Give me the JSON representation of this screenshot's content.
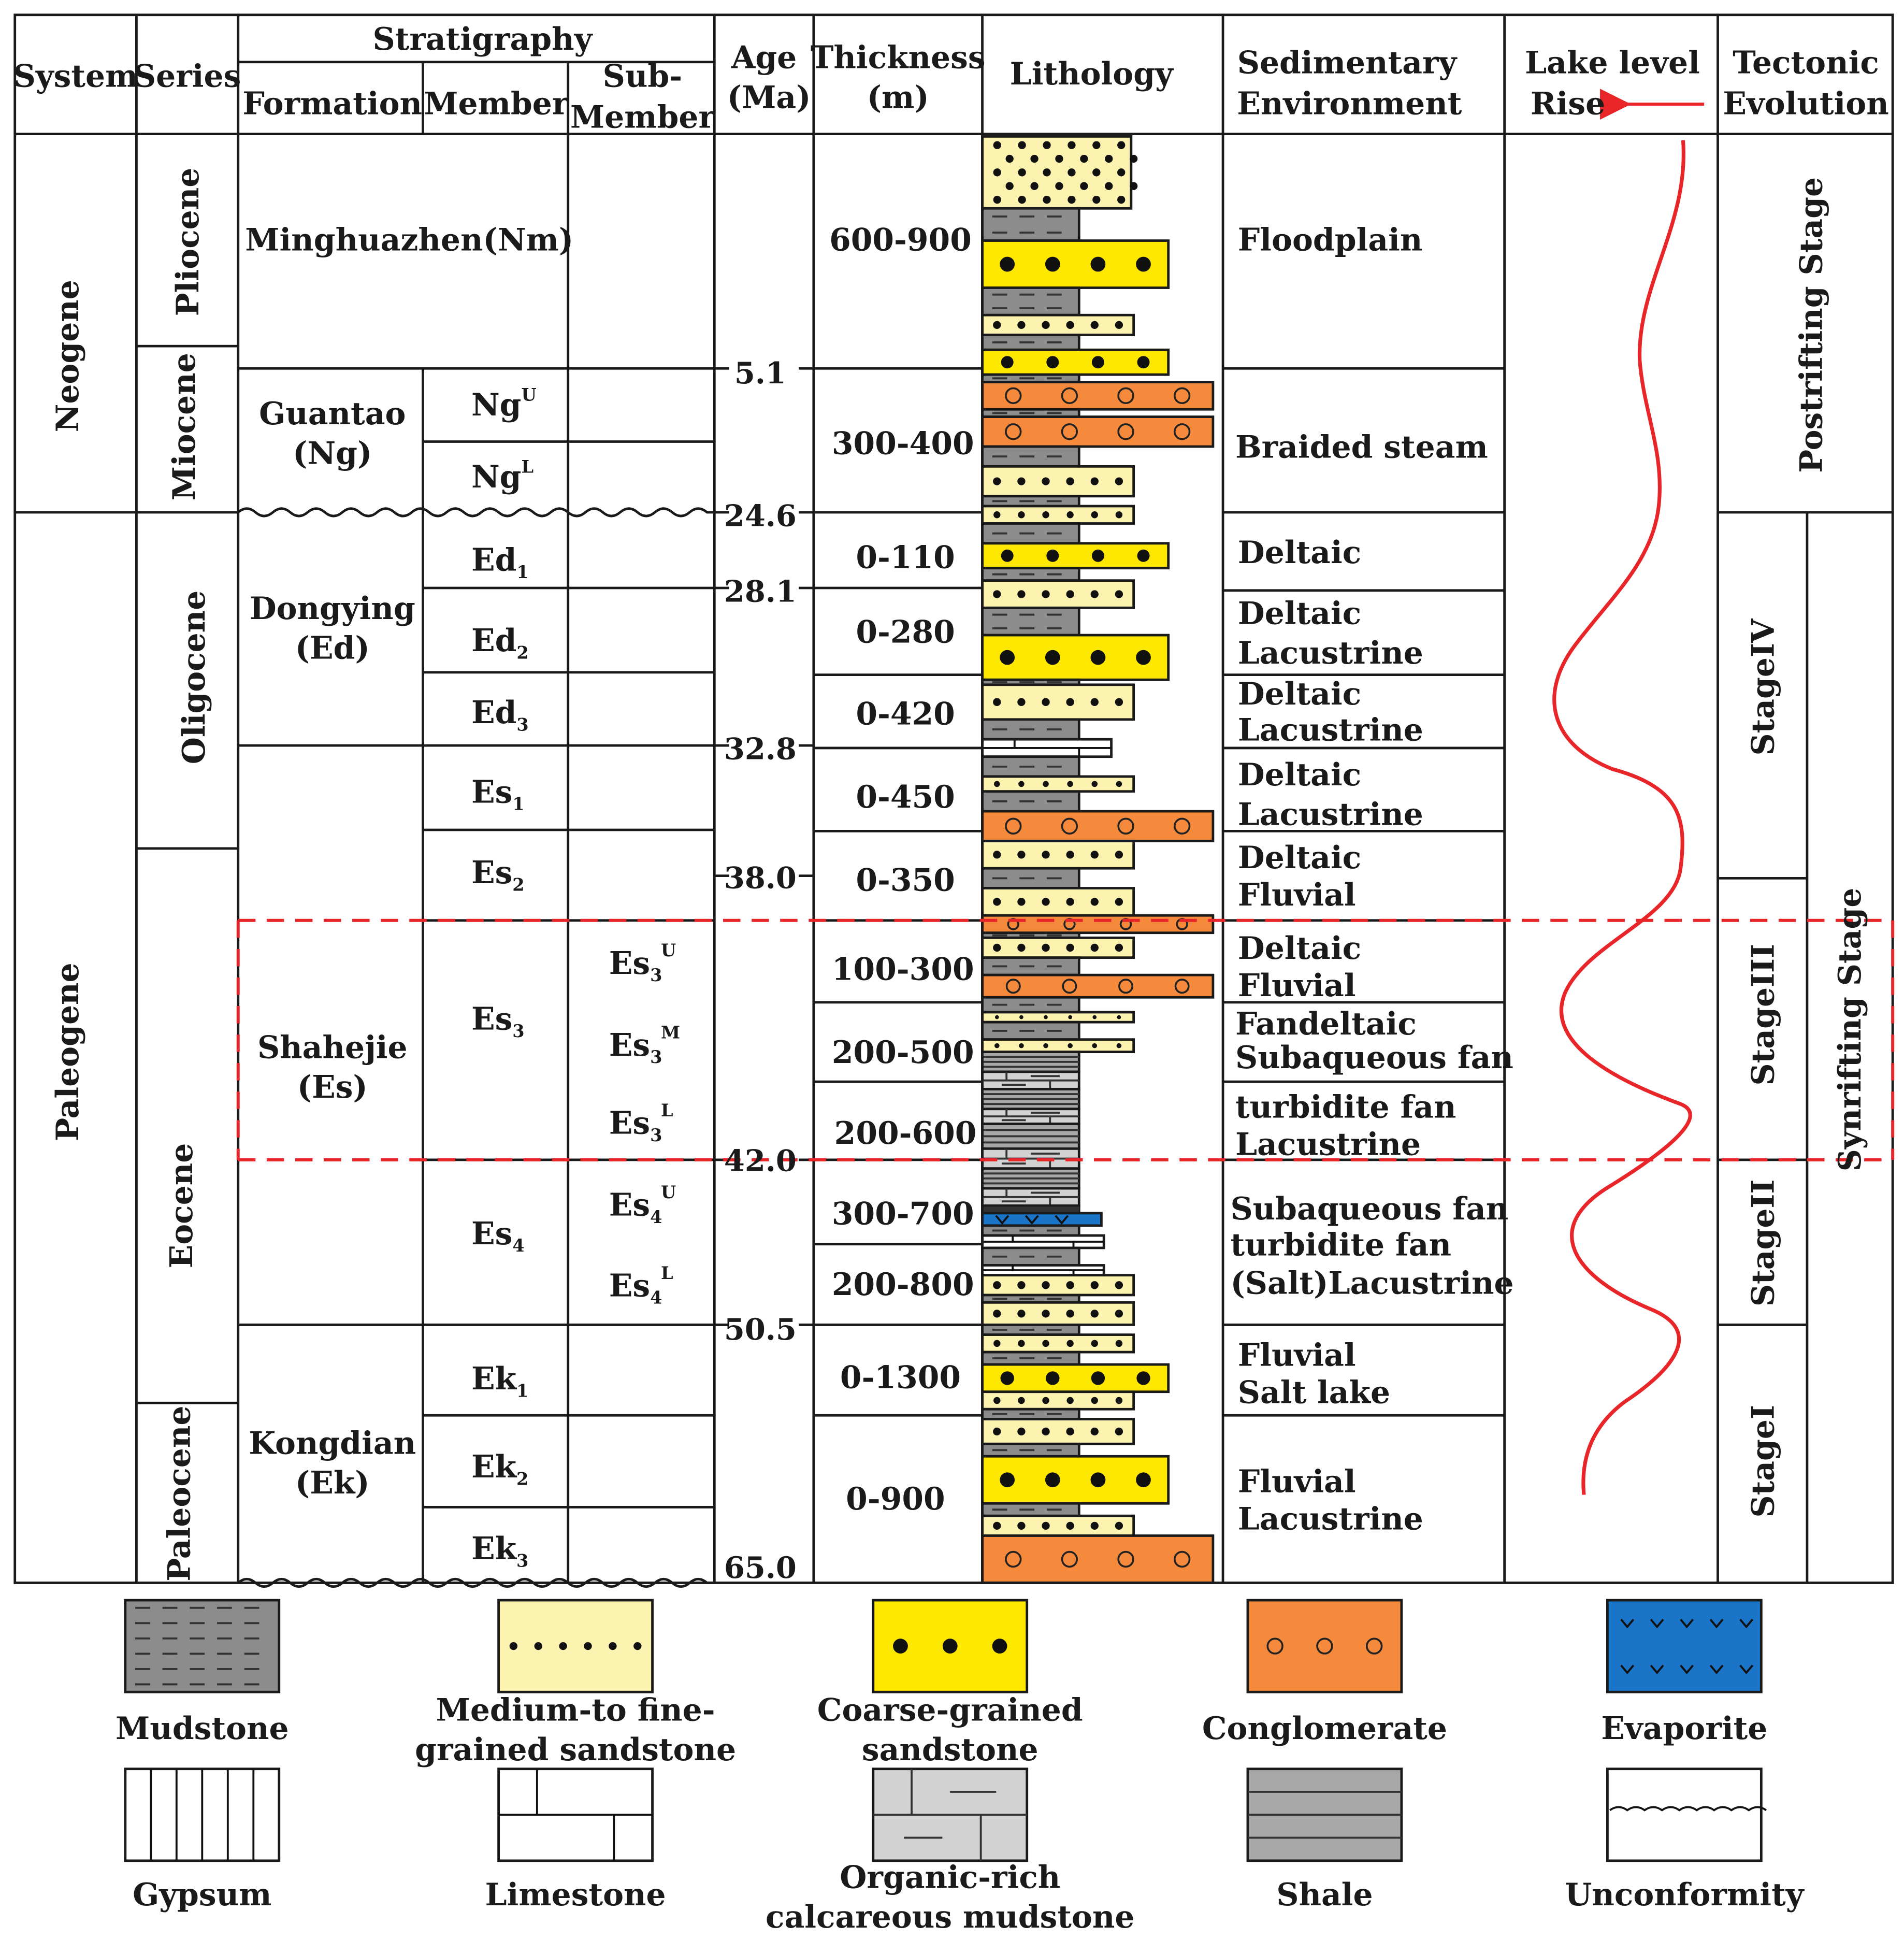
{
  "header": {
    "system": "System",
    "series": "Series",
    "stratigraphy": "Stratigraphy",
    "formation": "Formation",
    "member": "Member",
    "sub_member_1": "Sub-",
    "sub_member_2": "Member",
    "age_1": "Age",
    "age_2": "(Ma)",
    "thickness_1": "Thickness",
    "thickness_2": "(m)",
    "lithology": "Lithology",
    "env_1": "Sedimentary",
    "env_2": "Environment",
    "lake_1": "Lake level",
    "lake_2": "Rise",
    "tect_1": "Tectonic",
    "tect_2": "Evolution"
  },
  "systems": [
    "Neogene",
    "Paleogene"
  ],
  "series": [
    "Pliocene",
    "Miocene",
    "Oligocene",
    "Eocene",
    "Paleocene"
  ],
  "formations": {
    "minghuazhen": "Minghuazhen(Nm)",
    "guantao_1": "Guantao",
    "guantao_2": "(Ng)",
    "dongying_1": "Dongying",
    "dongying_2": "(Ed)",
    "shahejie_1": "Shahejie",
    "shahejie_2": "(Es)",
    "kongdian_1": "Kongdian",
    "kongdian_2": "(Ek)"
  },
  "members": [
    {
      "base": "Ng",
      "sup": "U"
    },
    {
      "base": "Ng",
      "sup": "L"
    },
    {
      "base": "Ed",
      "sub": "1"
    },
    {
      "base": "Ed",
      "sub": "2"
    },
    {
      "base": "Ed",
      "sub": "3"
    },
    {
      "base": "Es",
      "sub": "1"
    },
    {
      "base": "Es",
      "sub": "2"
    },
    {
      "base": "Es",
      "sub": "3"
    },
    {
      "base": "Es",
      "sub": "4"
    },
    {
      "base": "Ek",
      "sub": "1"
    },
    {
      "base": "Ek",
      "sub": "2"
    },
    {
      "base": "Ek",
      "sub": "3"
    }
  ],
  "sub_members": [
    {
      "base": "Es",
      "sub": "3",
      "sup": "U"
    },
    {
      "base": "Es",
      "sub": "3",
      "sup": "M"
    },
    {
      "base": "Es",
      "sub": "3",
      "sup": "L"
    },
    {
      "base": "Es",
      "sub": "4",
      "sup": "U"
    },
    {
      "base": "Es",
      "sub": "4",
      "sup": "L"
    }
  ],
  "ages": [
    "5.1",
    "24.6",
    "28.1",
    "32.8",
    "38.0",
    "42.0",
    "50.5",
    "65.0"
  ],
  "thickness": [
    "600-900",
    "300-400",
    "0-110",
    "0-280",
    "0-420",
    "0-450",
    "0-350",
    "100-300",
    "200-500",
    "200-600",
    "300-700",
    "200-800",
    "0-1300",
    "0-900"
  ],
  "environments": [
    [
      "Floodplain"
    ],
    [
      "Braided steam"
    ],
    [
      "Deltaic"
    ],
    [
      "Deltaic",
      "Lacustrine"
    ],
    [
      "Deltaic",
      "Lacustrine"
    ],
    [
      "Deltaic",
      "Lacustrine"
    ],
    [
      "Deltaic",
      "Fluvial"
    ],
    [
      "Deltaic",
      "Fluvial"
    ],
    [
      "Fandeltaic",
      "Subaqueous fan"
    ],
    [
      "turbidite fan",
      "Lacustrine"
    ],
    [
      "Subaqueous fan",
      "turbidite fan",
      "(Salt)Lacustrine"
    ],
    [
      "Fluvial",
      "Salt lake"
    ],
    [
      "Fluvial",
      "Lacustrine"
    ]
  ],
  "tectonic": {
    "postrifting": "Postrifting Stage",
    "synrifting": "Synrifting Stage",
    "stage4": "StageIV",
    "stage3": "StageIII",
    "stage2": "StageII",
    "stage1": "StageI"
  },
  "legend": [
    {
      "key": "mudstone",
      "lines": [
        "Mudstone"
      ]
    },
    {
      "key": "sandstone",
      "lines": [
        "Medium-to fine-",
        "grained sandstone"
      ]
    },
    {
      "key": "coarse",
      "lines": [
        "Coarse-grained",
        "sandstone"
      ]
    },
    {
      "key": "conglomerate",
      "lines": [
        "Conglomerate"
      ]
    },
    {
      "key": "evaporite",
      "lines": [
        "Evaporite"
      ]
    },
    {
      "key": "gypsum",
      "lines": [
        "Gypsum"
      ]
    },
    {
      "key": "limestone",
      "lines": [
        "Limestone"
      ]
    },
    {
      "key": "organic",
      "lines": [
        "Organic-rich",
        "calcareous mudstone"
      ]
    },
    {
      "key": "shale",
      "lines": [
        "Shale"
      ]
    },
    {
      "key": "unconformity",
      "lines": [
        "Unconformity"
      ]
    }
  ],
  "colors": {
    "mudstone": "#8c8c8c",
    "sandstone": "#fcf3b0",
    "coarse": "#ffe800",
    "conglomerate": "#f58a3c",
    "evaporite": "#1a74c8",
    "shale": "#a8a8a8",
    "organic": "#d2d2d2",
    "lake_curve": "#e8262a",
    "highlight": "#e8262a"
  }
}
